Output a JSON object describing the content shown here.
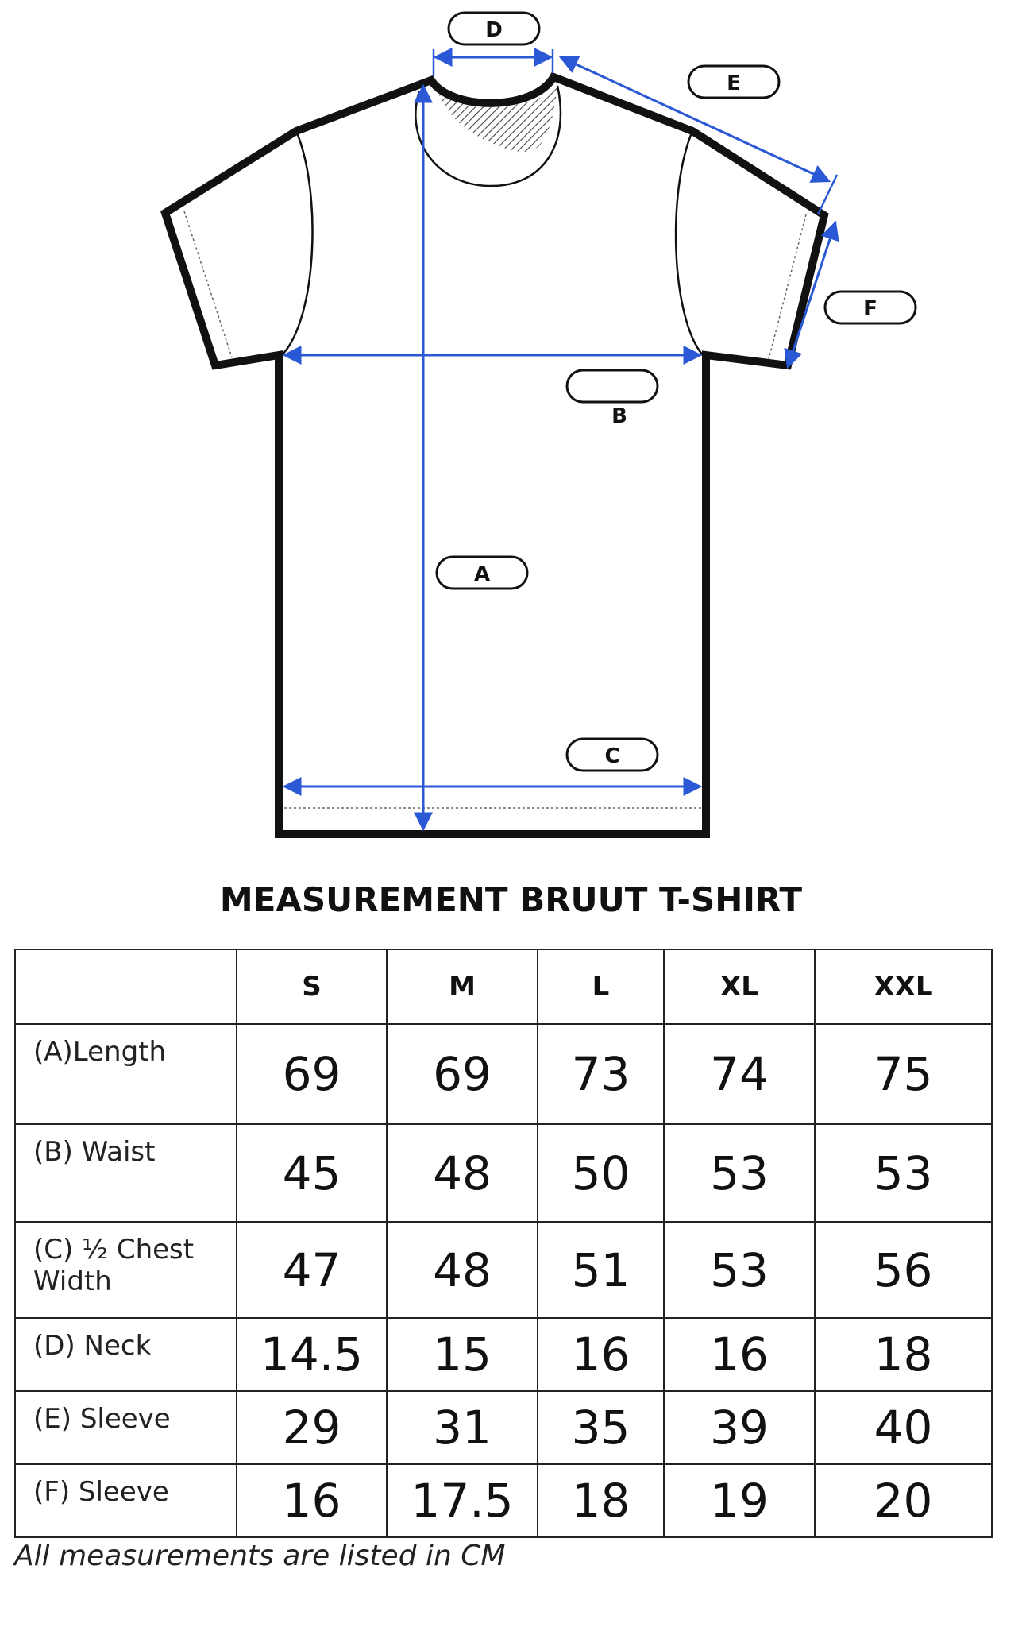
{
  "diagram": {
    "callouts": {
      "a": "A",
      "b": "B",
      "c": "C",
      "d": "D",
      "e": "E",
      "f": "F"
    },
    "colors": {
      "outline": "#111111",
      "measure_line": "#2b59d6",
      "background": "#ffffff"
    }
  },
  "title": "MEASUREMENT BRUUT T-SHIRT",
  "table": {
    "columns": [
      "",
      "S",
      "M",
      "L",
      "XL",
      "XXL"
    ],
    "rows": [
      {
        "label": "(A)Length",
        "values": [
          "69",
          "69",
          "73",
          "74",
          "75"
        ]
      },
      {
        "label": "(B) Waist",
        "values": [
          "45",
          "48",
          "50",
          "53",
          "53"
        ]
      },
      {
        "label": "(C) ½ Chest Width",
        "values": [
          "47",
          "48",
          "51",
          "53",
          "56"
        ]
      },
      {
        "label": "(D) Neck",
        "values": [
          "14.5",
          "15",
          "16",
          "16",
          "18"
        ]
      },
      {
        "label": "(E) Sleeve",
        "values": [
          "29",
          "31",
          "35",
          "39",
          "40"
        ]
      },
      {
        "label": "(F) Sleeve",
        "values": [
          "16",
          "17.5",
          "18",
          "19",
          "20"
        ]
      }
    ]
  },
  "footnote": "All measurements are listed in CM"
}
